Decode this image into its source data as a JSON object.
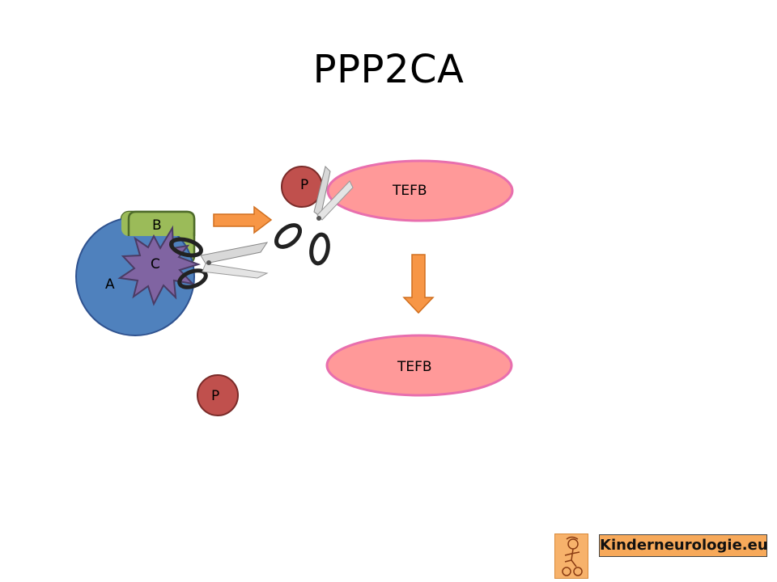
{
  "title": "PPP2CA",
  "labels": {
    "complex_a": "A",
    "complex_b": "B",
    "complex_c": "C",
    "phosphate_top": "P",
    "phosphate_bottom": "P",
    "tefb_top": "TEFB",
    "tefb_bottom": "TEFB"
  },
  "logo": {
    "text": "Kinderneurologie.eu"
  },
  "colors": {
    "subunit_a": "#4f81bd",
    "subunit_b": "#9bbb59",
    "subunit_c": "#8064a2",
    "phosphate": "#c0504d",
    "tefb_fill": "#ff9999",
    "tefb_stroke": "#e86fae",
    "arrow": "#f79646"
  },
  "icons": [
    "scissors-icon",
    "arrow-right-icon",
    "arrow-down-icon",
    "child-figure-icon"
  ]
}
